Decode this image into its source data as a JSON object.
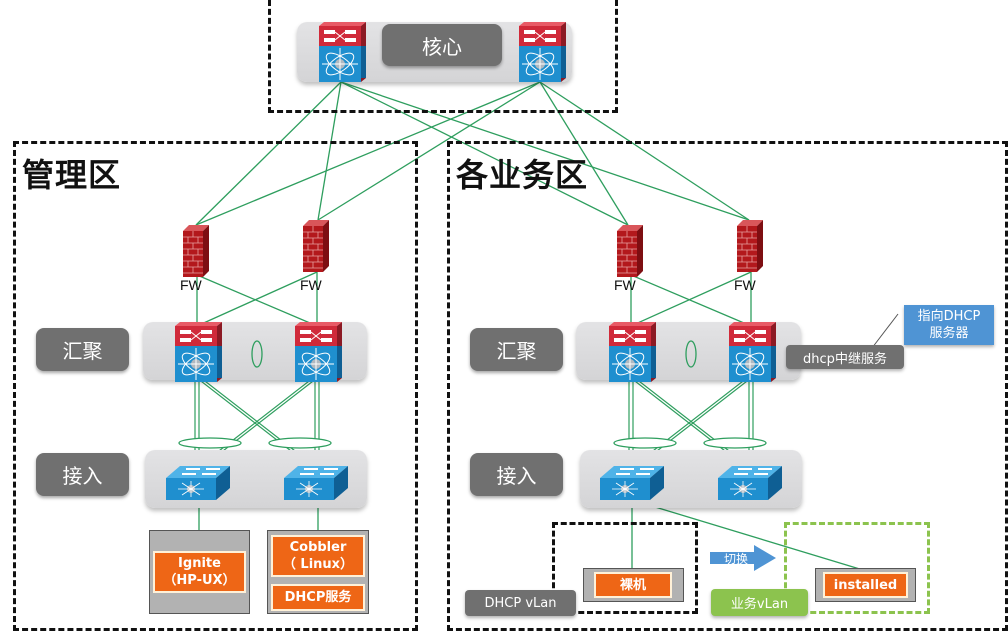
{
  "core": {
    "label": "核心",
    "devices": [
      "core-switch-left",
      "core-switch-right"
    ]
  },
  "zones": {
    "management": {
      "title": "管理区",
      "firewalls": [
        "FW",
        "FW"
      ],
      "aggregation_label": "汇聚",
      "access_label": "接入",
      "servers": {
        "ignite": "Ignite\n（HP-UX）",
        "cobbler": "Cobbler\n（ Linux）",
        "dhcp": "DHCP服务"
      }
    },
    "business": {
      "title": "各业务区",
      "firewalls": [
        "FW",
        "FW"
      ],
      "aggregation_label": "汇聚",
      "access_label": "接入",
      "dhcp_relay_label": "dhcp中继服务",
      "callout": "指向DHCP\n服务器",
      "bare_metal_label": "裸机",
      "installed_label": "installed",
      "switch_arrow_label": "切换",
      "dhcp_vlan_label": "DHCP vLan",
      "business_vlan_label": "业务vLan"
    }
  },
  "colors": {
    "link": "#2e9e5e",
    "firewall": "#b3181c",
    "switch_blue": "#1f8fcf",
    "switch_red": "#d02a3a",
    "tier_label_bg": "#707070",
    "orange_box": "#ee6616",
    "callout_blue": "#4f94d4",
    "vlan_green": "#8cc34e"
  }
}
